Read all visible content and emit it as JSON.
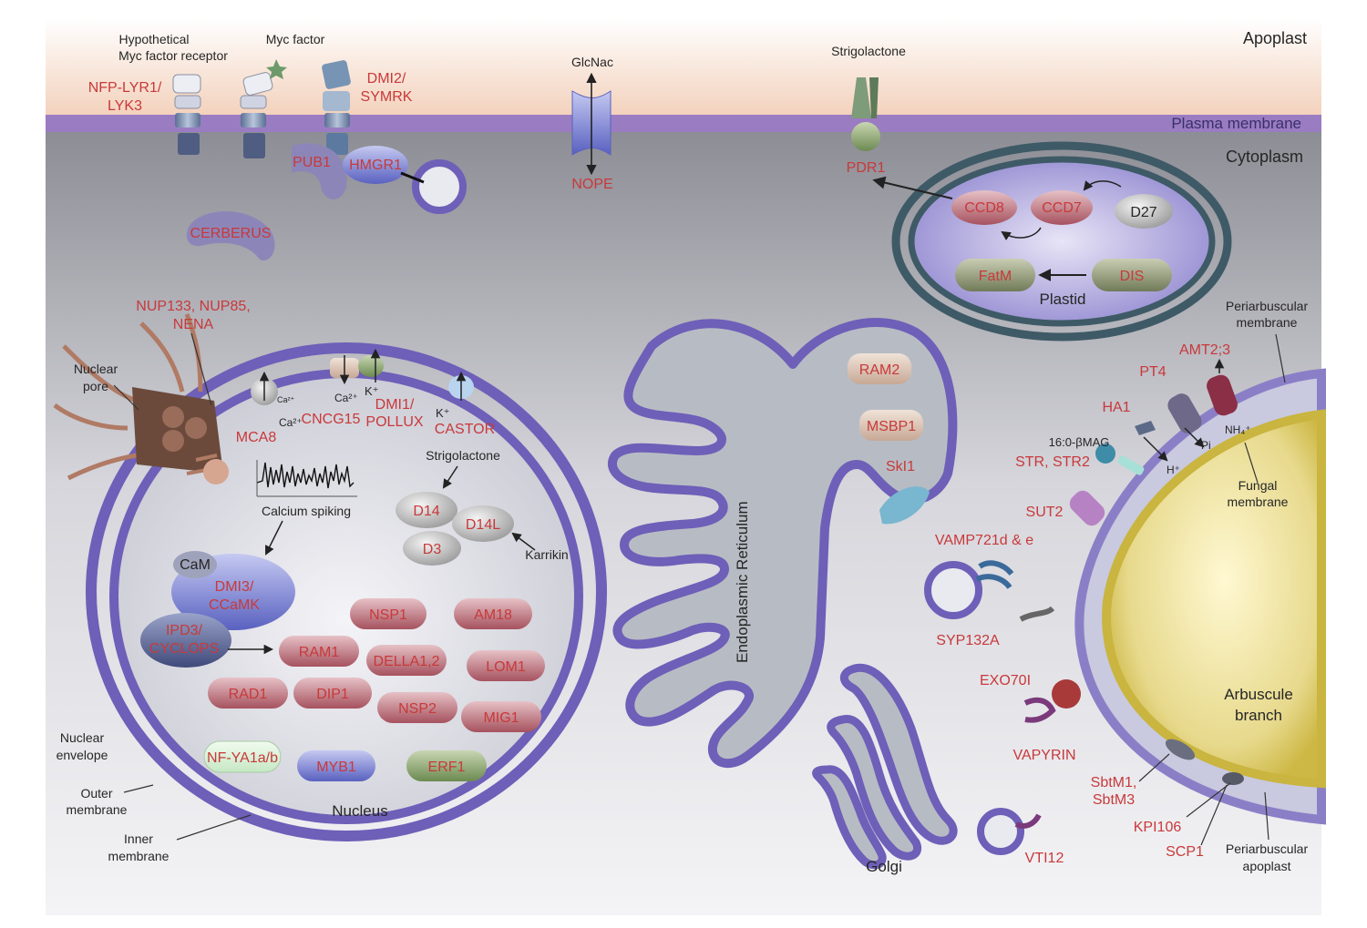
{
  "colors": {
    "membrane": "#6e5fb8",
    "red_label": "#c8393a",
    "black_label": "#262626",
    "cytoplasm_top": "#8e8e96",
    "cytoplasm_bottom": "#f2f2f4",
    "plasma_band": "#9a7cc2",
    "apoplast": "#f5d9c6",
    "fungus": "#c9b53f"
  },
  "regions": {
    "apoplast": "Apoplast",
    "plasma_membrane": "Plasma membrane",
    "cytoplasm": "Cytoplasm",
    "plastid": "Plastid",
    "nucleus": "Nucleus",
    "er": "Endoplasmic Reticulum",
    "golgi": "Golgi",
    "arbuscule_1": "Arbuscule",
    "arbuscule_2": "branch"
  },
  "labels": {
    "hypothetical_1": "Hypothetical",
    "hypothetical_2": "Myc factor receptor",
    "myc_factor": "Myc factor",
    "glcnac": "GlcNac",
    "strigolactone_top": "Strigolactone",
    "nuclear_pore_1": "Nuclear",
    "nuclear_pore_2": "pore",
    "calcium_spiking": "Calcium spiking",
    "strigolactone_nuc": "Strigolactone",
    "karrikin": "Karrikin",
    "nuclear_envelope_1": "Nuclear",
    "nuclear_envelope_2": "envelope",
    "outer_membrane_1": "Outer",
    "outer_membrane_2": "membrane",
    "inner_membrane_1": "Inner",
    "inner_membrane_2": "membrane",
    "periarbuscular_membrane_1": "Periarbuscular",
    "periarbuscular_membrane_2": "membrane",
    "fungal_membrane_1": "Fungal",
    "fungal_membrane_2": "membrane",
    "periarbuscular_apoplast_1": "Periarbuscular",
    "periarbuscular_apoplast_2": "apoplast",
    "mag": "16:0-βMAG",
    "ca1": "Ca²⁺",
    "ca2": "Ca²⁺",
    "ca3": "Ca²⁺",
    "k1": "K⁺",
    "k2": "K⁺",
    "h1": "H⁺",
    "pi": "Pi",
    "nh4": "NH₄⁺"
  },
  "proteins": {
    "nfp_1": "NFP-LYR1/",
    "nfp_2": "LYK3",
    "dmi2_1": "DMI2/",
    "dmi2_2": "SYMRK",
    "pub1": "PUB1",
    "hmgr1": "HMGR1",
    "cerberus": "CERBERUS",
    "nope": "NOPE",
    "pdr1": "PDR1",
    "ccd8": "CCD8",
    "ccd7": "CCD7",
    "d27": "D27",
    "fatm": "FatM",
    "dis": "DIS",
    "nup_1": "NUP133, NUP85,",
    "nup_2": "NENA",
    "mca8": "MCA8",
    "cncg15": "CNCG15",
    "dmi1_1": "DMI1/",
    "dmi1_2": "POLLUX",
    "castor": "CASTOR",
    "d14": "D14",
    "d14l": "D14L",
    "d3": "D3",
    "cam": "CaM",
    "dmi3_1": "DMI3/",
    "dmi3_2": "CCaMK",
    "ipd3_1": "IPD3/",
    "ipd3_2": "CYCLOPS",
    "nsp1": "NSP1",
    "am18": "AM18",
    "ram1": "RAM1",
    "della": "DELLA1,2",
    "lom1": "LOM1",
    "rad1": "RAD1",
    "dip1": "DIP1",
    "nsp2": "NSP2",
    "mig1": "MIG1",
    "nfya": "NF-YA1a/b",
    "myb1": "MYB1",
    "erf1": "ERF1",
    "ram2": "RAM2",
    "msbp1": "MSBP1",
    "ski1": "SkI1",
    "vamp": "VAMP721d & e",
    "syp132a": "SYP132A",
    "exo70i": "EXO70I",
    "vapyrin": "VAPYRIN",
    "vti12": "VTI12",
    "amt": "AMT2;3",
    "pt4": "PT4",
    "ha1": "HA1",
    "str": "STR, STR2",
    "sut2": "SUT2",
    "sbt_1": "SbtM1,",
    "sbt_2": "SbtM3",
    "kpi106": "KPI106",
    "scp1": "SCP1"
  }
}
